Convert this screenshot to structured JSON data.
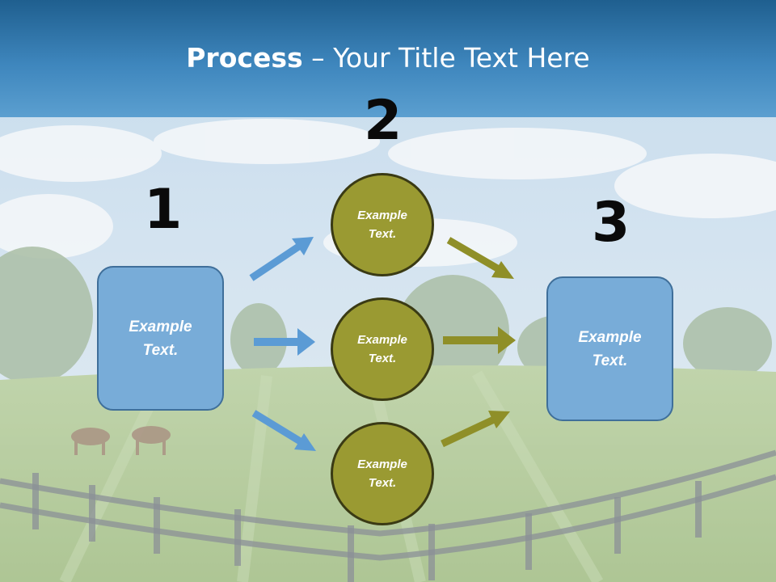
{
  "title": {
    "bold": "Process",
    "rest": " – Your Title Text Here"
  },
  "steps": {
    "one": "1",
    "two": "2",
    "three": "3"
  },
  "box_left": {
    "text": "Example Text."
  },
  "box_right": {
    "text": "Example Text."
  },
  "circles": [
    {
      "text": "Example Text."
    },
    {
      "text": "Example Text."
    },
    {
      "text": "Example Text."
    }
  ],
  "colors": {
    "blue_box": "#78acd8",
    "olive_circle": "#9a9a32",
    "blue_arrow": "#5b9bd5",
    "olive_arrow": "#8f8f28",
    "title_bar": "#3e86bd"
  }
}
